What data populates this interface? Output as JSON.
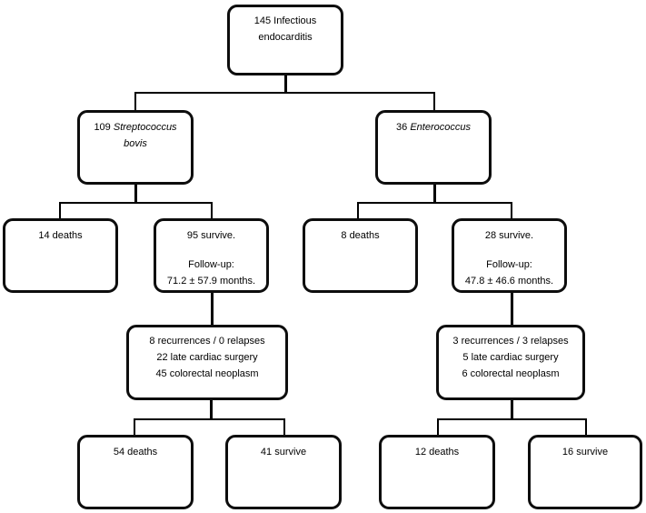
{
  "diagram": {
    "type": "flowchart",
    "colors": {
      "box_border": "#0d0d0d",
      "box_fill": "#ffffff",
      "connector": "#000000",
      "text": "#000000"
    },
    "nodes": {
      "total": {
        "line1": "145 Infectious",
        "line2": "endocarditis"
      },
      "strep": {
        "count": "109",
        "species": "Streptococcus bovis"
      },
      "entero": {
        "count": "36",
        "species": "Enterococcus"
      },
      "strep_deaths": {
        "label": "14 deaths"
      },
      "strep_survive": {
        "line1": "95 survive.",
        "line2": "Follow-up:",
        "line3": "71.2 ± 57.9 months."
      },
      "entero_deaths": {
        "label": "8 deaths"
      },
      "entero_survive": {
        "line1": "28 survive.",
        "line2": "Follow-up:",
        "line3": "47.8 ± 46.6 months."
      },
      "strep_outcomes": {
        "line1": "8 recurrences / 0 relapses",
        "line2": "22 late cardiac surgery",
        "line3": "45 colorectal neoplasm"
      },
      "entero_outcomes": {
        "line1": "3 recurrences / 3 relapses",
        "line2": "5 late cardiac surgery",
        "line3": "6 colorectal neoplasm"
      },
      "strep_late_deaths": {
        "label": "54 deaths"
      },
      "strep_late_survive": {
        "label": "41 survive"
      },
      "entero_late_deaths": {
        "label": "12 deaths"
      },
      "entero_late_survive": {
        "label": "16 survive"
      }
    }
  }
}
